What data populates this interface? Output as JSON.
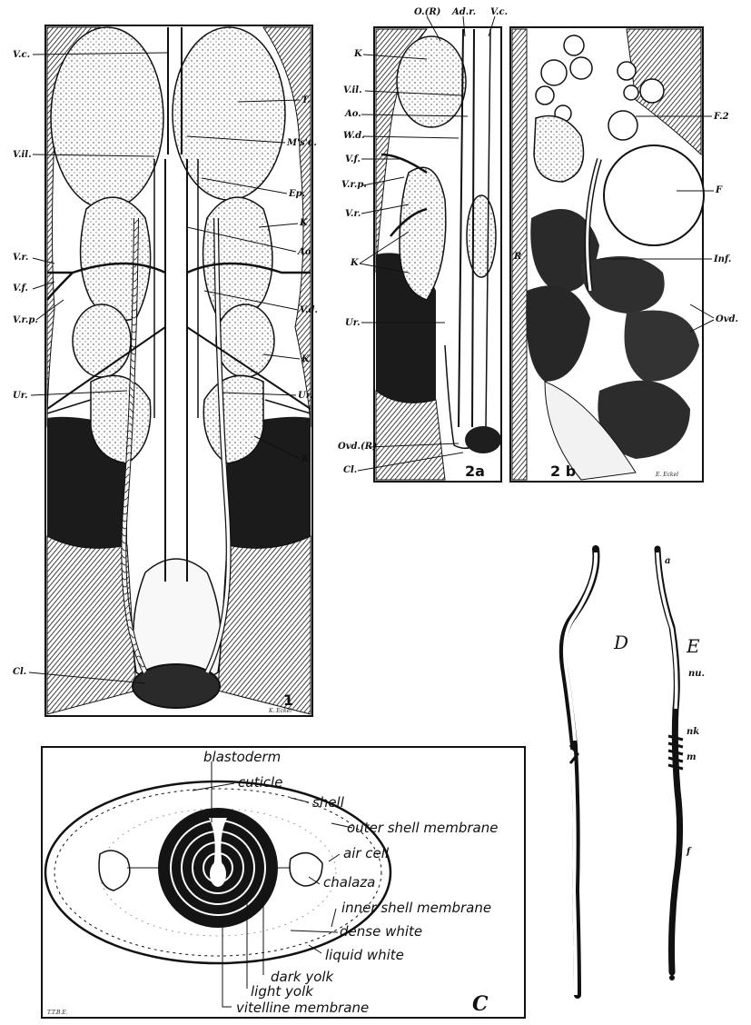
{
  "figure1": {
    "number": "1",
    "signature": "K. Eckel",
    "labels_left": [
      "V.c.",
      "V.il.",
      "V.r.",
      "V.f.",
      "V.r.p.",
      "Ur.",
      "Cl."
    ],
    "labels_right": [
      "T.",
      "M's'o.",
      "Ep.",
      "K",
      "Ao.",
      "V.d.",
      "K",
      "Ur.",
      "K"
    ]
  },
  "figure2a": {
    "number": "2a",
    "labels_top": [
      "O.(R)",
      "Ad.r.",
      "V.c."
    ],
    "labels_left": [
      "K",
      "V.il.",
      "Ao.",
      "W.d.",
      "V.f.",
      "V.r.p.",
      "V.r.",
      "K",
      "Ur.",
      "Ovd.(R)",
      "Cl."
    ]
  },
  "figure2b": {
    "number": "2 b",
    "signature": "E. Eckel",
    "labels_right": [
      "F.2",
      "F",
      "Inf.",
      "Ovd."
    ],
    "labels_left": [
      "R"
    ]
  },
  "figureC": {
    "letter": "C",
    "signature": "T.T.B.E.",
    "labels": [
      "blastoderm",
      "cuticle",
      "shell",
      "outer shell membrane",
      "air cell",
      "chalaza",
      "inner shell membrane",
      "dense white",
      "liquid white",
      "dark yolk",
      "light yolk",
      "vitelline membrane"
    ]
  },
  "figureD": {
    "letter": "D"
  },
  "figureE": {
    "letter": "E",
    "labels": [
      "a",
      "nu.",
      "nk",
      "m",
      "f"
    ]
  }
}
